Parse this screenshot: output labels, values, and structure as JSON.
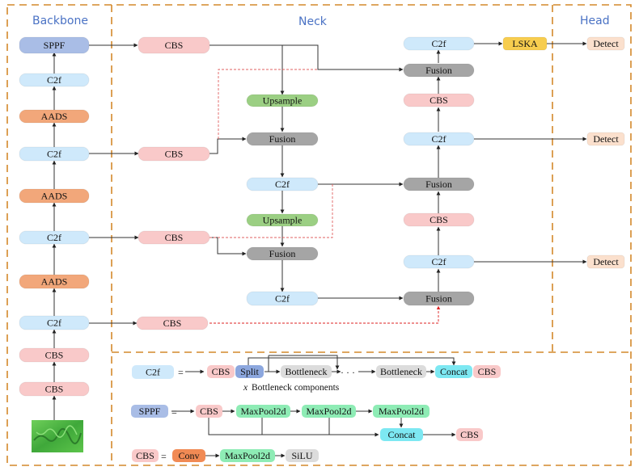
{
  "sections": {
    "backbone": "Backbone",
    "neck": "Neck",
    "head": "Head"
  },
  "colors": {
    "C2f": "#cfe9fb",
    "CBS": "#f9c9c9",
    "AADS": "#f2a77a",
    "SPPF": "#a9bde6",
    "Upsample": "#9bcf83",
    "Fusion": "#a5a5a5",
    "LSKA": "#f7cd4f",
    "Detect": "#fbe0cd",
    "Split": "#8ca7de",
    "Bottleneck": "#dcdcdc",
    "Concat": "#7de8f2",
    "MaxPool2d": "#8eecb5",
    "Conv": "#f18a54",
    "SiLU": "#dcdcdc",
    "frame": "#d4882b",
    "skip_dashed": "#e06060"
  },
  "backbone_nodes": [
    {
      "id": "bb-sppf",
      "label": "SPPF",
      "type": "SPPF"
    },
    {
      "id": "bb-c2f-4",
      "label": "C2f",
      "type": "C2f"
    },
    {
      "id": "bb-aads-3",
      "label": "AADS",
      "type": "AADS"
    },
    {
      "id": "bb-c2f-3",
      "label": "C2f",
      "type": "C2f"
    },
    {
      "id": "bb-aads-2",
      "label": "AADS",
      "type": "AADS"
    },
    {
      "id": "bb-c2f-2",
      "label": "C2f",
      "type": "C2f"
    },
    {
      "id": "bb-aads-1",
      "label": "AADS",
      "type": "AADS"
    },
    {
      "id": "bb-c2f-1",
      "label": "C2f",
      "type": "C2f"
    },
    {
      "id": "bb-cbs-2",
      "label": "CBS",
      "type": "CBS"
    },
    {
      "id": "bb-cbs-1",
      "label": "CBS",
      "type": "CBS"
    }
  ],
  "input_image": {
    "description": "underwater input image"
  },
  "neck_nodes": [
    {
      "id": "nk-cbs-a",
      "label": "CBS",
      "type": "CBS"
    },
    {
      "id": "nk-cbs-b",
      "label": "CBS",
      "type": "CBS"
    },
    {
      "id": "nk-cbs-c",
      "label": "CBS",
      "type": "CBS"
    },
    {
      "id": "nk-cbs-d",
      "label": "CBS",
      "type": "CBS"
    },
    {
      "id": "nk-up-1",
      "label": "Upsample",
      "type": "Upsample"
    },
    {
      "id": "nk-fus-1",
      "label": "Fusion",
      "type": "Fusion"
    },
    {
      "id": "nk-c2f-1",
      "label": "C2f",
      "type": "C2f"
    },
    {
      "id": "nk-up-2",
      "label": "Upsample",
      "type": "Upsample"
    },
    {
      "id": "nk-fus-2",
      "label": "Fusion",
      "type": "Fusion"
    },
    {
      "id": "nk-c2f-2",
      "label": "C2f",
      "type": "C2f"
    },
    {
      "id": "nk-c2f-top",
      "label": "C2f",
      "type": "C2f"
    },
    {
      "id": "nk-fus-top",
      "label": "Fusion",
      "type": "Fusion"
    },
    {
      "id": "nk-cbs-r1",
      "label": "CBS",
      "type": "CBS"
    },
    {
      "id": "nk-c2f-r2",
      "label": "C2f",
      "type": "C2f"
    },
    {
      "id": "nk-fus-r2",
      "label": "Fusion",
      "type": "Fusion"
    },
    {
      "id": "nk-cbs-r3",
      "label": "CBS",
      "type": "CBS"
    },
    {
      "id": "nk-c2f-r3",
      "label": "C2f",
      "type": "C2f"
    },
    {
      "id": "nk-fus-r3",
      "label": "Fusion",
      "type": "Fusion"
    },
    {
      "id": "nk-lska",
      "label": "LSKA",
      "type": "LSKA"
    }
  ],
  "head_nodes": [
    {
      "id": "hd-det-1",
      "label": "Detect",
      "type": "Detect"
    },
    {
      "id": "hd-det-2",
      "label": "Detect",
      "type": "Detect"
    },
    {
      "id": "hd-det-3",
      "label": "Detect",
      "type": "Detect"
    }
  ],
  "legend": {
    "c2f": {
      "lhs": "C2f",
      "equals": "=",
      "parts": [
        "CBS",
        "Split",
        "Bottleneck",
        "Bottleneck",
        "Concat",
        "CBS"
      ],
      "ellipsis": "· · ·",
      "note_italic": "x",
      "note": "Bottleneck components"
    },
    "sppf": {
      "lhs": "SPPF",
      "equals": "=",
      "parts": [
        "CBS",
        "MaxPool2d",
        "MaxPool2d",
        "MaxPool2d",
        "Concat",
        "CBS"
      ]
    },
    "cbs": {
      "lhs": "CBS",
      "equals": "=",
      "parts": [
        "Conv",
        "MaxPool2d",
        "SiLU"
      ]
    }
  }
}
